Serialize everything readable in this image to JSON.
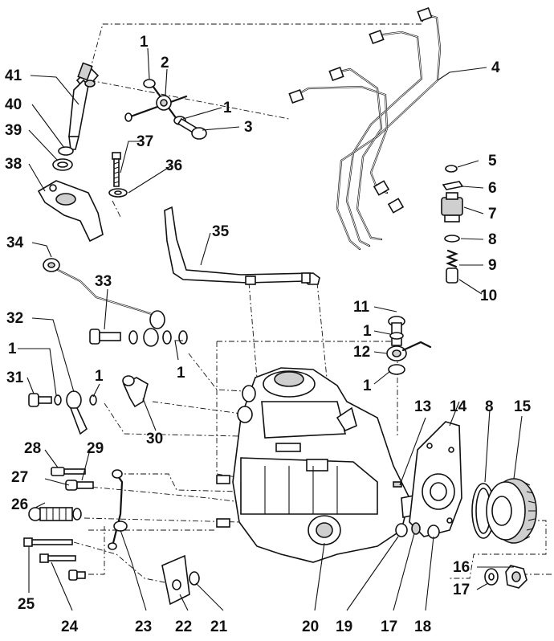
{
  "diagram": {
    "callouts": {
      "c1a": "1",
      "c2": "2",
      "c1b": "1",
      "c3": "3",
      "c4": "4",
      "c41": "41",
      "c40": "40",
      "c39": "39",
      "c38": "38",
      "c37": "37",
      "c36": "36",
      "c35": "35",
      "c34": "34",
      "c33": "33",
      "c32": "32",
      "c1c": "1",
      "c31": "31",
      "c1d": "1",
      "c1e": "1",
      "c30": "30",
      "c5": "5",
      "c6": "6",
      "c7": "7",
      "c8a": "8",
      "c9": "9",
      "c10": "10",
      "c11": "11",
      "c1f": "1",
      "c12": "12",
      "c1g": "1",
      "c13": "13",
      "c14": "14",
      "c8b": "8",
      "c15": "15",
      "c28": "28",
      "c29": "29",
      "c27": "27",
      "c26": "26",
      "c25": "25",
      "c24": "24",
      "c23": "23",
      "c22": "22",
      "c21": "21",
      "c20": "20",
      "c19": "19",
      "c17a": "17",
      "c18": "18",
      "c16": "16",
      "c17b": "17"
    }
  }
}
